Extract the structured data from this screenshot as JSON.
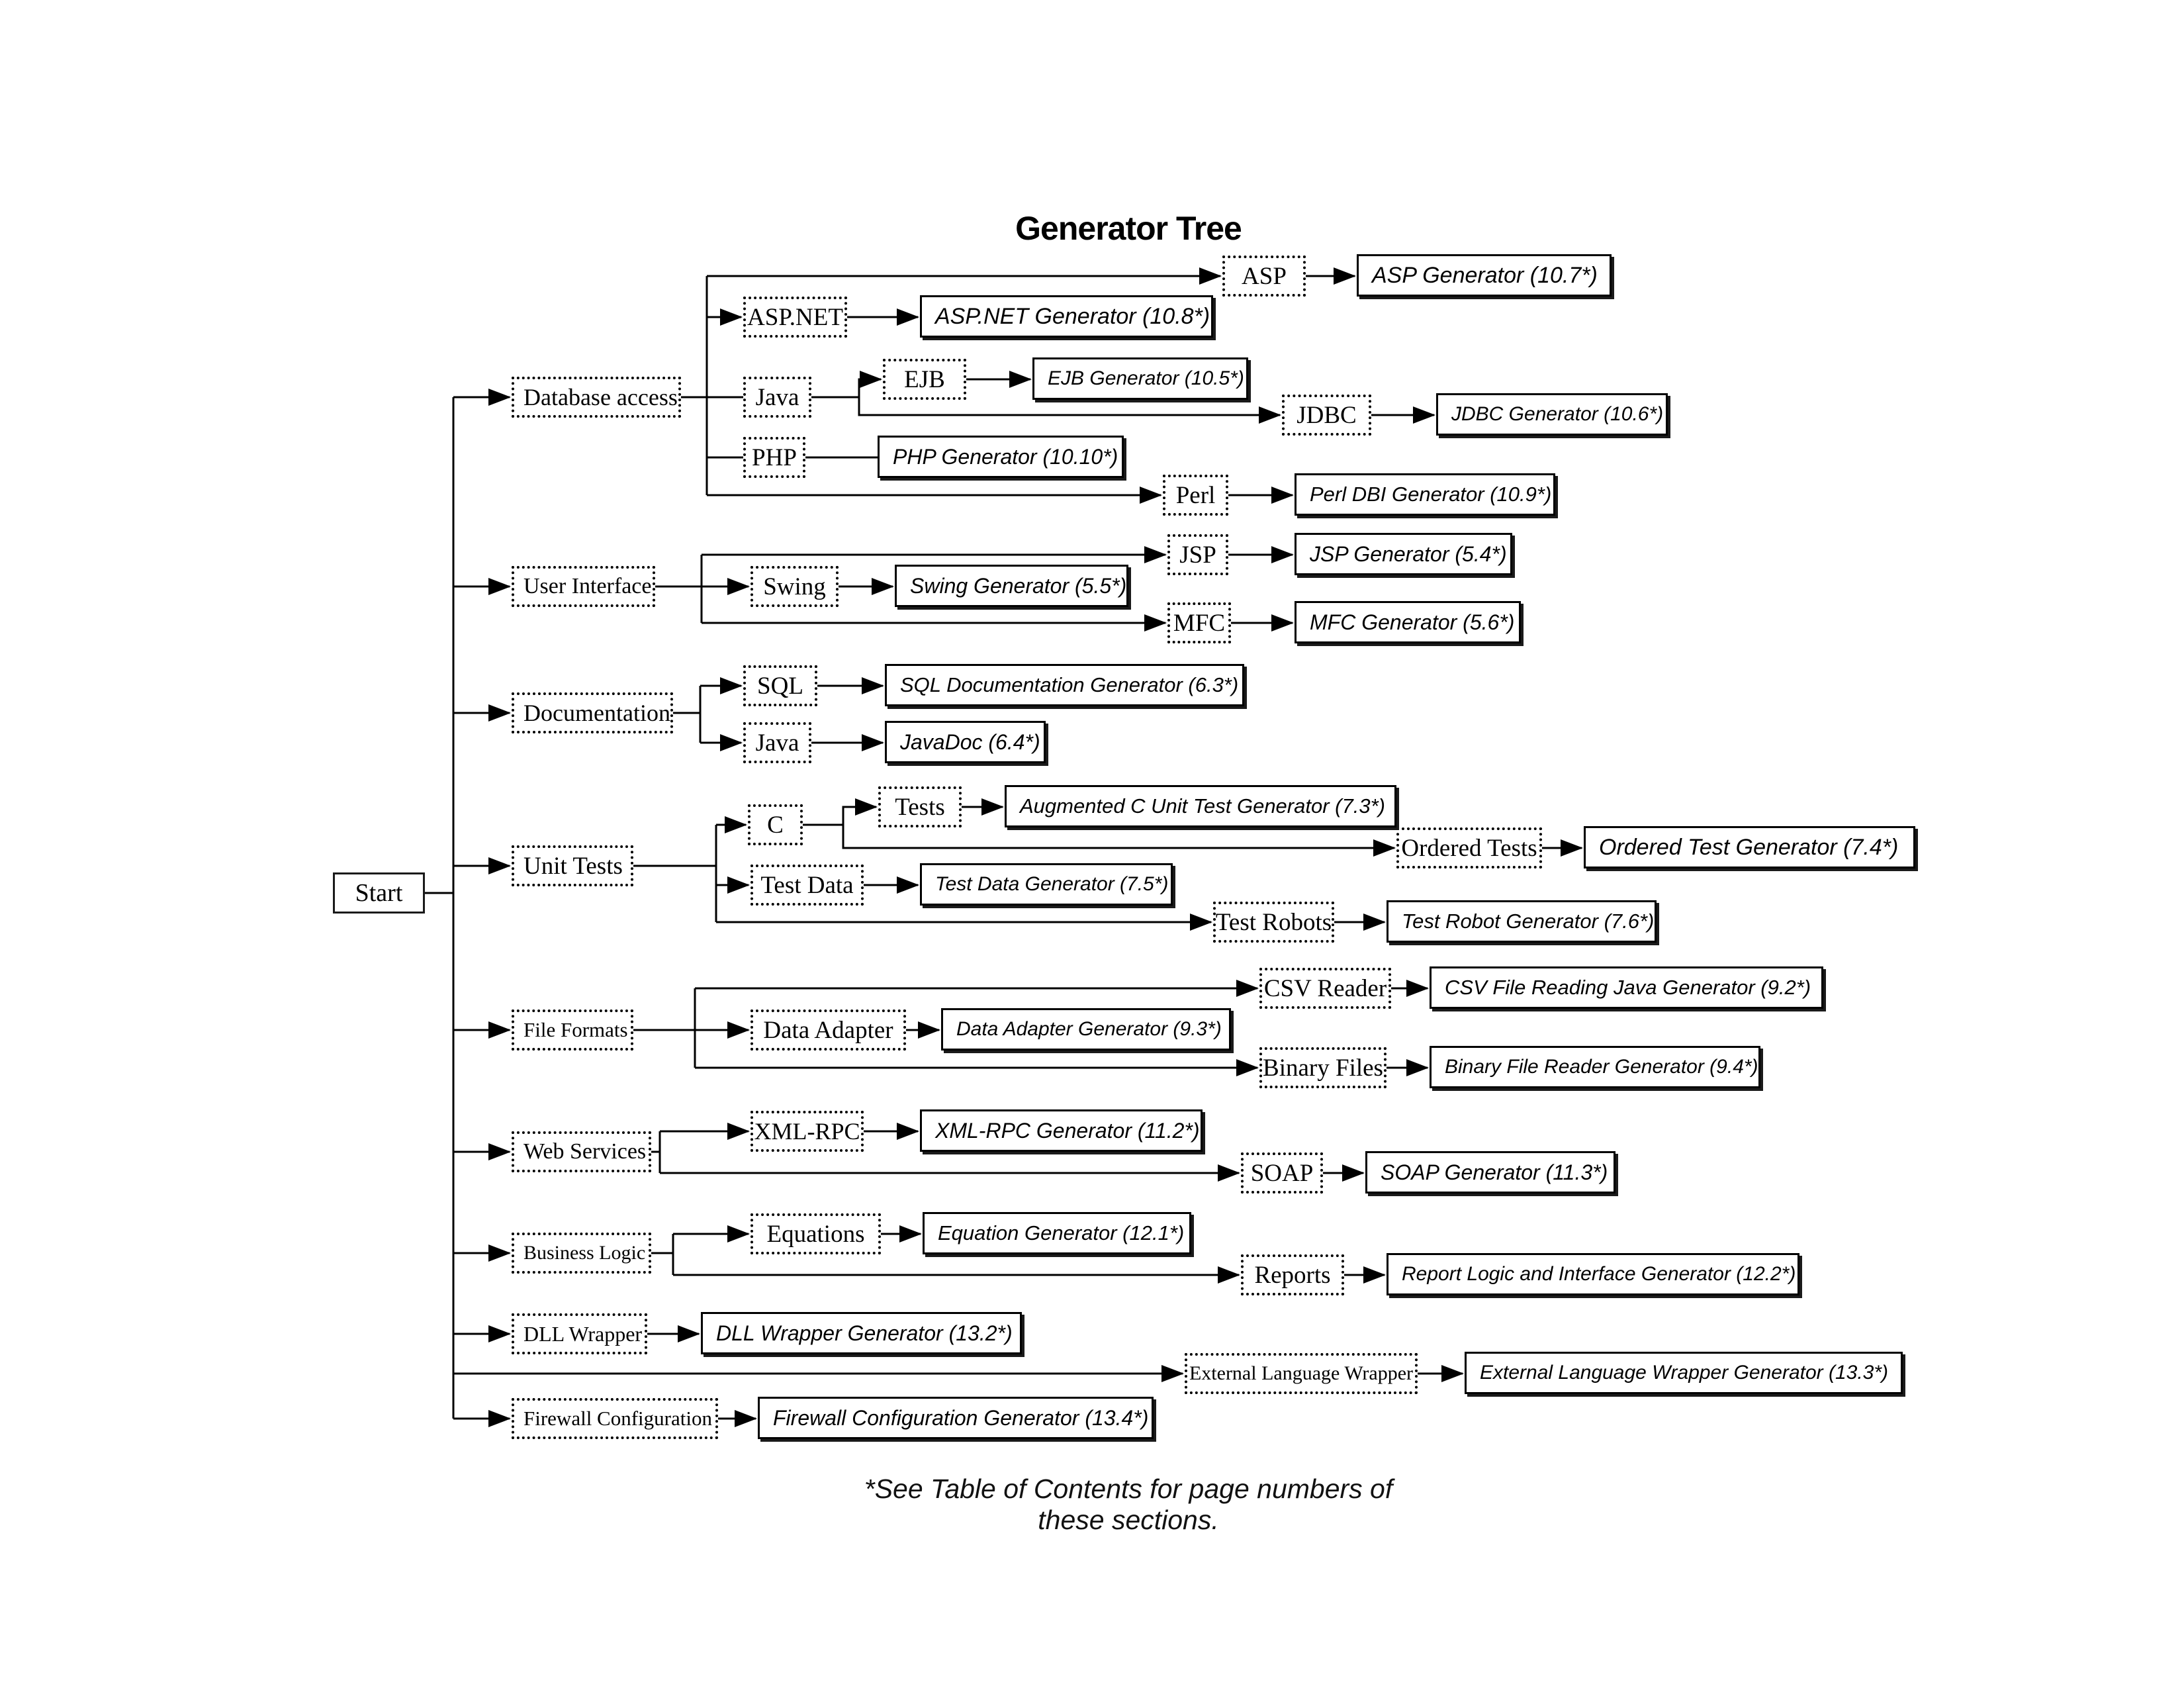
{
  "title": "Generator Tree",
  "footnote": "*See Table of Contents for page numbers of these sections.",
  "nodes": {
    "start": {
      "label": "Start"
    },
    "db": {
      "label": "Database access"
    },
    "ui": {
      "label": "User Interface"
    },
    "doc": {
      "label": "Documentation"
    },
    "ut": {
      "label": "Unit Tests"
    },
    "ff": {
      "label": "File Formats"
    },
    "ws": {
      "label": "Web Services"
    },
    "bl": {
      "label": "Business Logic"
    },
    "dll": {
      "label": "DLL Wrapper"
    },
    "fw": {
      "label": "Firewall Configuration"
    },
    "asp": {
      "label": "ASP"
    },
    "aspnet": {
      "label": "ASP.NET"
    },
    "javadb": {
      "label": "Java"
    },
    "ejb": {
      "label": "EJB"
    },
    "jdbc": {
      "label": "JDBC"
    },
    "php": {
      "label": "PHP"
    },
    "perl": {
      "label": "Perl"
    },
    "jsp": {
      "label": "JSP"
    },
    "swing": {
      "label": "Swing"
    },
    "mfc": {
      "label": "MFC"
    },
    "sql": {
      "label": "SQL"
    },
    "javadocsrc": {
      "label": "Java"
    },
    "cnode": {
      "label": "C"
    },
    "tests": {
      "label": "Tests"
    },
    "ordered": {
      "label": "Ordered Tests"
    },
    "testdata": {
      "label": "Test Data"
    },
    "testrobots": {
      "label": "Test Robots"
    },
    "csv": {
      "label": "CSV Reader"
    },
    "dataadapter": {
      "label": "Data Adapter"
    },
    "binary": {
      "label": "Binary Files"
    },
    "xmlrpc": {
      "label": "XML-RPC"
    },
    "soap": {
      "label": "SOAP"
    },
    "equations": {
      "label": "Equations"
    },
    "reports": {
      "label": "Reports"
    },
    "extwrap": {
      "label": "External Language Wrapper"
    },
    "asp_g": {
      "label": "ASP Generator (10.7*)"
    },
    "aspnet_g": {
      "label": "ASP.NET Generator (10.8*)"
    },
    "ejb_g": {
      "label": "EJB Generator (10.5*)"
    },
    "jdbc_g": {
      "label": "JDBC Generator (10.6*)"
    },
    "php_g": {
      "label": "PHP Generator (10.10*)"
    },
    "perl_g": {
      "label": "Perl DBI Generator (10.9*)"
    },
    "jsp_g": {
      "label": "JSP Generator (5.4*)"
    },
    "swing_g": {
      "label": "Swing Generator (5.5*)"
    },
    "mfc_g": {
      "label": "MFC Generator (5.6*)"
    },
    "sqldoc_g": {
      "label": "SQL Documentation Generator (6.3*)"
    },
    "javadoc_g": {
      "label": "JavaDoc (6.4*)"
    },
    "augc_g": {
      "label": "Augmented C Unit Test Generator (7.3*)"
    },
    "ordered_g": {
      "label": "Ordered Test Generator (7.4*)"
    },
    "testdata_g": {
      "label": "Test Data Generator (7.5*)"
    },
    "testrobot_g": {
      "label": "Test Robot Generator (7.6*)"
    },
    "csv_g": {
      "label": "CSV File Reading Java Generator (9.2*)"
    },
    "dataadapter_g": {
      "label": "Data Adapter Generator (9.3*)"
    },
    "binary_g": {
      "label": "Binary File Reader Generator (9.4*)"
    },
    "xmlrpc_g": {
      "label": "XML-RPC Generator (11.2*)"
    },
    "soap_g": {
      "label": "SOAP Generator (11.3*)"
    },
    "equation_g": {
      "label": "Equation Generator (12.1*)"
    },
    "report_g": {
      "label": "Report Logic and Interface Generator (12.2*)"
    },
    "dll_g": {
      "label": "DLL Wrapper Generator (13.2*)"
    },
    "ext_g": {
      "label": "External Language Wrapper Generator (13.3*)"
    },
    "fw_g": {
      "label": "Firewall Configuration Generator (13.4*)"
    }
  }
}
